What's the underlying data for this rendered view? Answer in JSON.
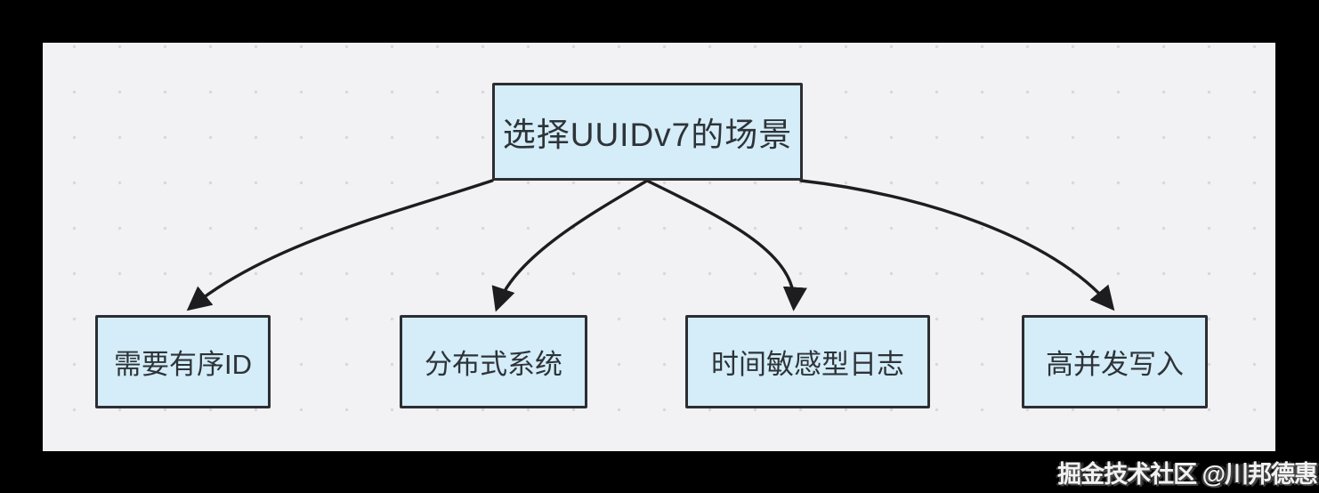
{
  "diagram": {
    "root": {
      "label": "选择UUIDv7的场景"
    },
    "children": [
      {
        "label": "需要有序ID"
      },
      {
        "label": "分布式系统"
      },
      {
        "label": "时间敏感型日志"
      },
      {
        "label": "高并发写入"
      }
    ]
  },
  "watermark": {
    "text": "掘金技术社区 @川邦德惠"
  },
  "colors": {
    "letterbox": "#000000",
    "canvas_bg": "#f2f2f4",
    "canvas_dot": "#d8d8dc",
    "node_fill": "#d4edf9",
    "node_border": "#2b2e33",
    "node_text": "#2e3338",
    "arrow": "#1d1d1f",
    "watermark_text": "#f2f2f2"
  }
}
